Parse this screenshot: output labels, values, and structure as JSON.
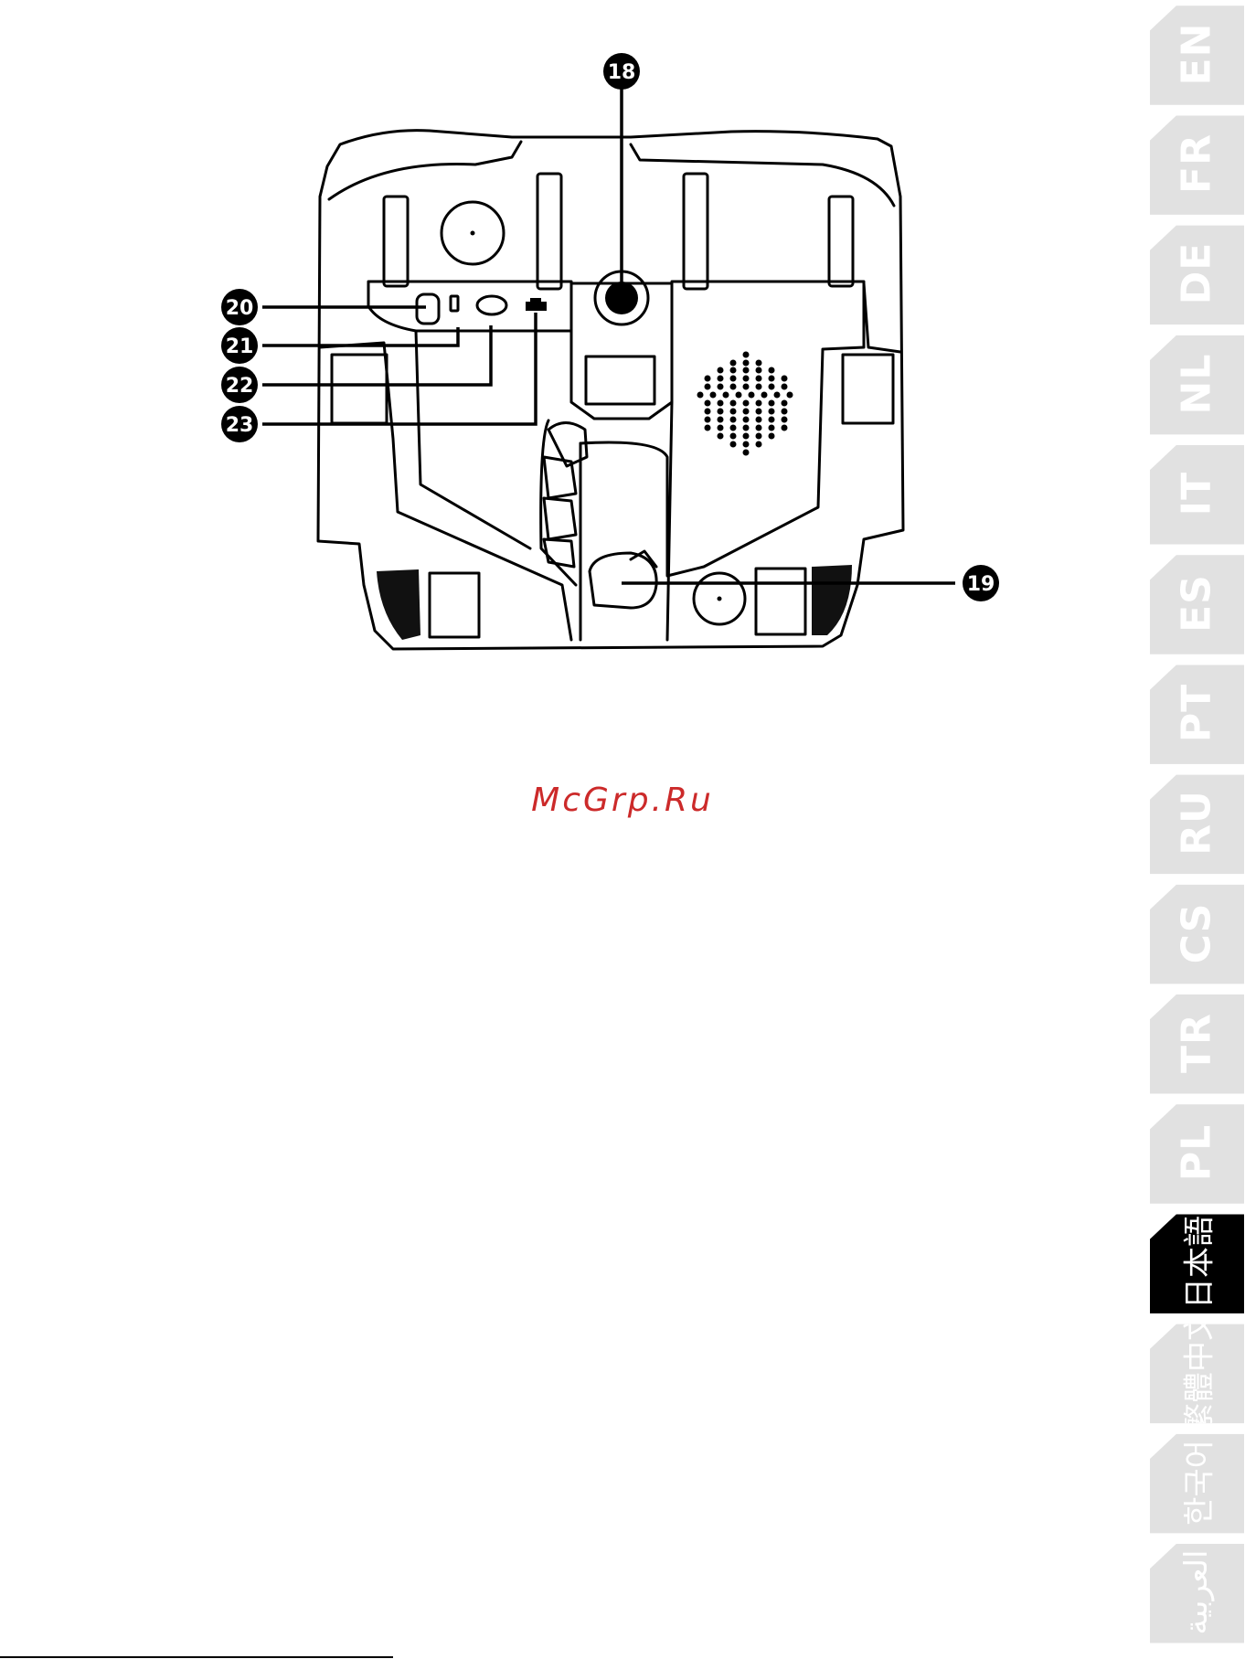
{
  "callouts": {
    "c18": "18",
    "c19": "19",
    "c20": "20",
    "c21": "21",
    "c22": "22",
    "c23": "23"
  },
  "watermark": "McGrp.Ru",
  "language_tabs": [
    {
      "label": "EN",
      "active": false
    },
    {
      "label": "FR",
      "active": false
    },
    {
      "label": "DE",
      "active": false
    },
    {
      "label": "NL",
      "active": false
    },
    {
      "label": "IT",
      "active": false
    },
    {
      "label": "ES",
      "active": false
    },
    {
      "label": "PT",
      "active": false
    },
    {
      "label": "RU",
      "active": false
    },
    {
      "label": "CS",
      "active": false
    },
    {
      "label": "TR",
      "active": false
    },
    {
      "label": "PL",
      "active": false
    },
    {
      "label": "日本語",
      "active": true
    },
    {
      "label": "繁體中文",
      "active": false
    },
    {
      "label": "한국어",
      "active": false
    },
    {
      "label": "العربية",
      "active": false
    }
  ],
  "colors": {
    "tab_inactive": "#e1e1e1",
    "tab_active": "#000000",
    "watermark": "#cc2a2a"
  }
}
